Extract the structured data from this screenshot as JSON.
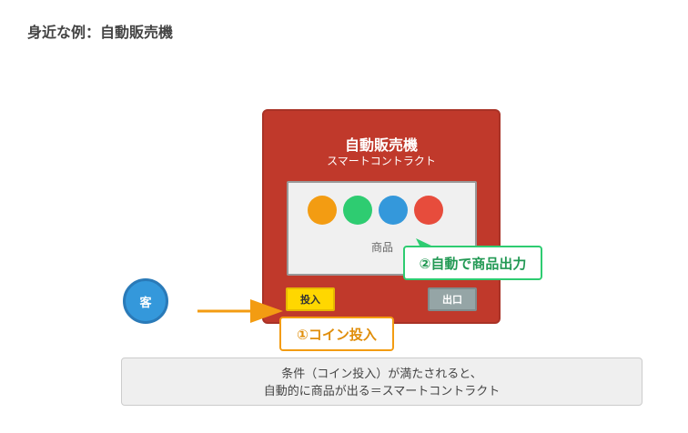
{
  "title": "身近な例：自動販売機",
  "machine": {
    "title": "自動販売機",
    "subtitle": "スマートコントラクト",
    "goods_label": "商品",
    "insert_button": "投入",
    "exit_button": "出口",
    "product_colors": [
      "#f39c12",
      "#2ecc71",
      "#3498db",
      "#e74c3c"
    ]
  },
  "customer": "客",
  "step1": "①コイン投入",
  "step2": "②自動で商品出力",
  "note": {
    "line1": "条件（コイン投入）が満たされると、",
    "line2": "自動的に商品が出る＝スマートコントラクト"
  }
}
